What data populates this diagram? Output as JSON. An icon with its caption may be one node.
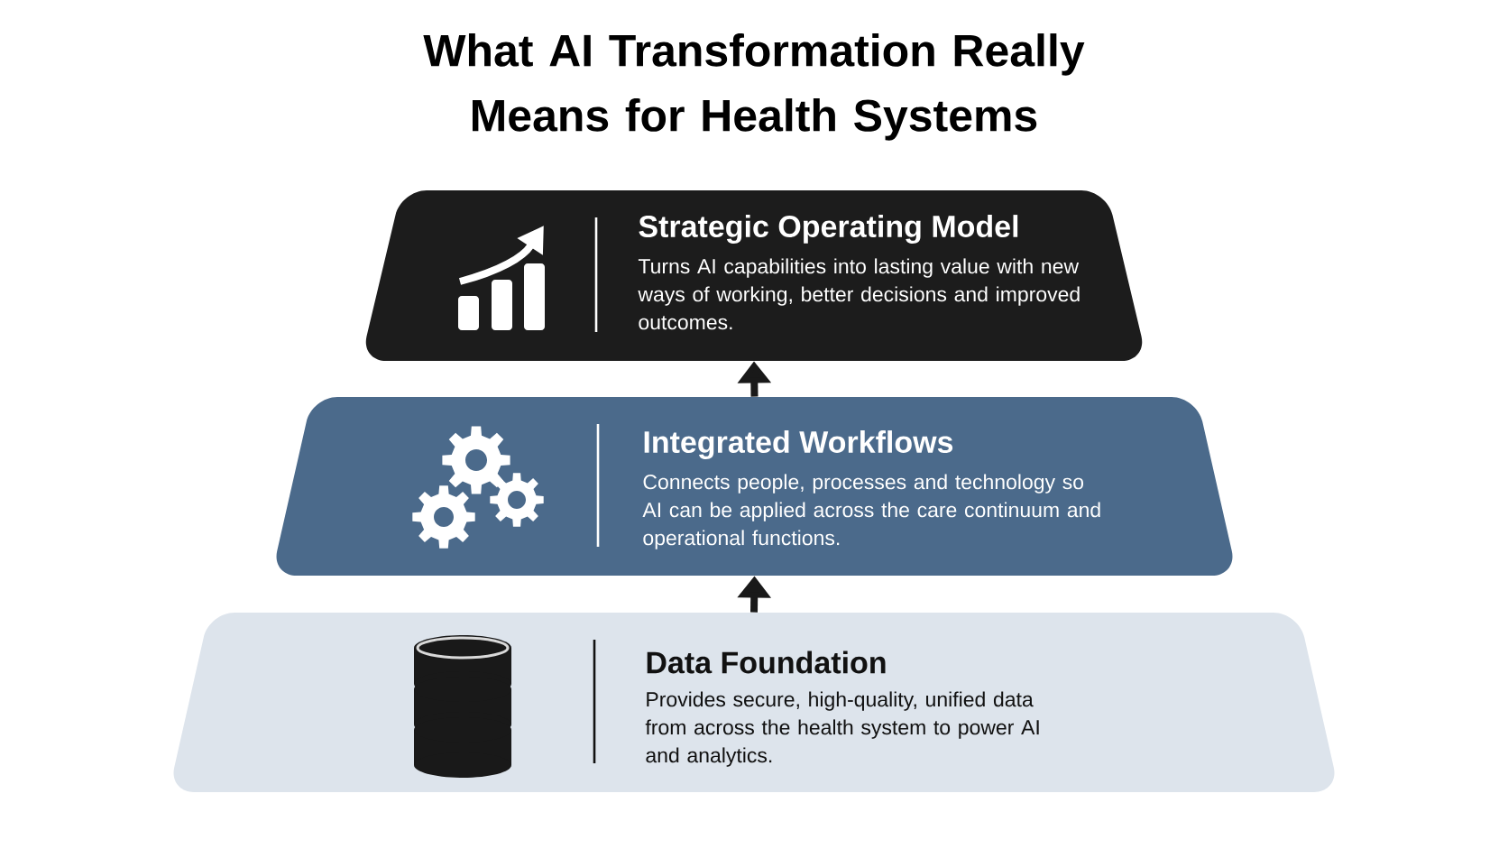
{
  "diagram": {
    "title": "What AI Transformation Really Means for Health Systems",
    "nodes": [
      {
        "text": [
          "Strategic Operating Model",
          "Turns AI capabilities into lasting value with new ways of working, better decisions and improved outcomes."
        ]
      },
      {
        "text": [
          "Integrated Workflows",
          "Connects people, processes and technology so AI can be applied across the care continuum and operational functions."
        ]
      },
      {
        "text": [
          "Data Foundation",
          "Provides secure, high-quality, unified data from across the health system to power AI and analytics."
        ]
      }
    ],
    "edges": [
      {
        "from": 2,
        "to": 1,
        "arrow": "to"
      },
      {
        "from": 1,
        "to": 0,
        "arrow": "to"
      }
    ]
  }
}
